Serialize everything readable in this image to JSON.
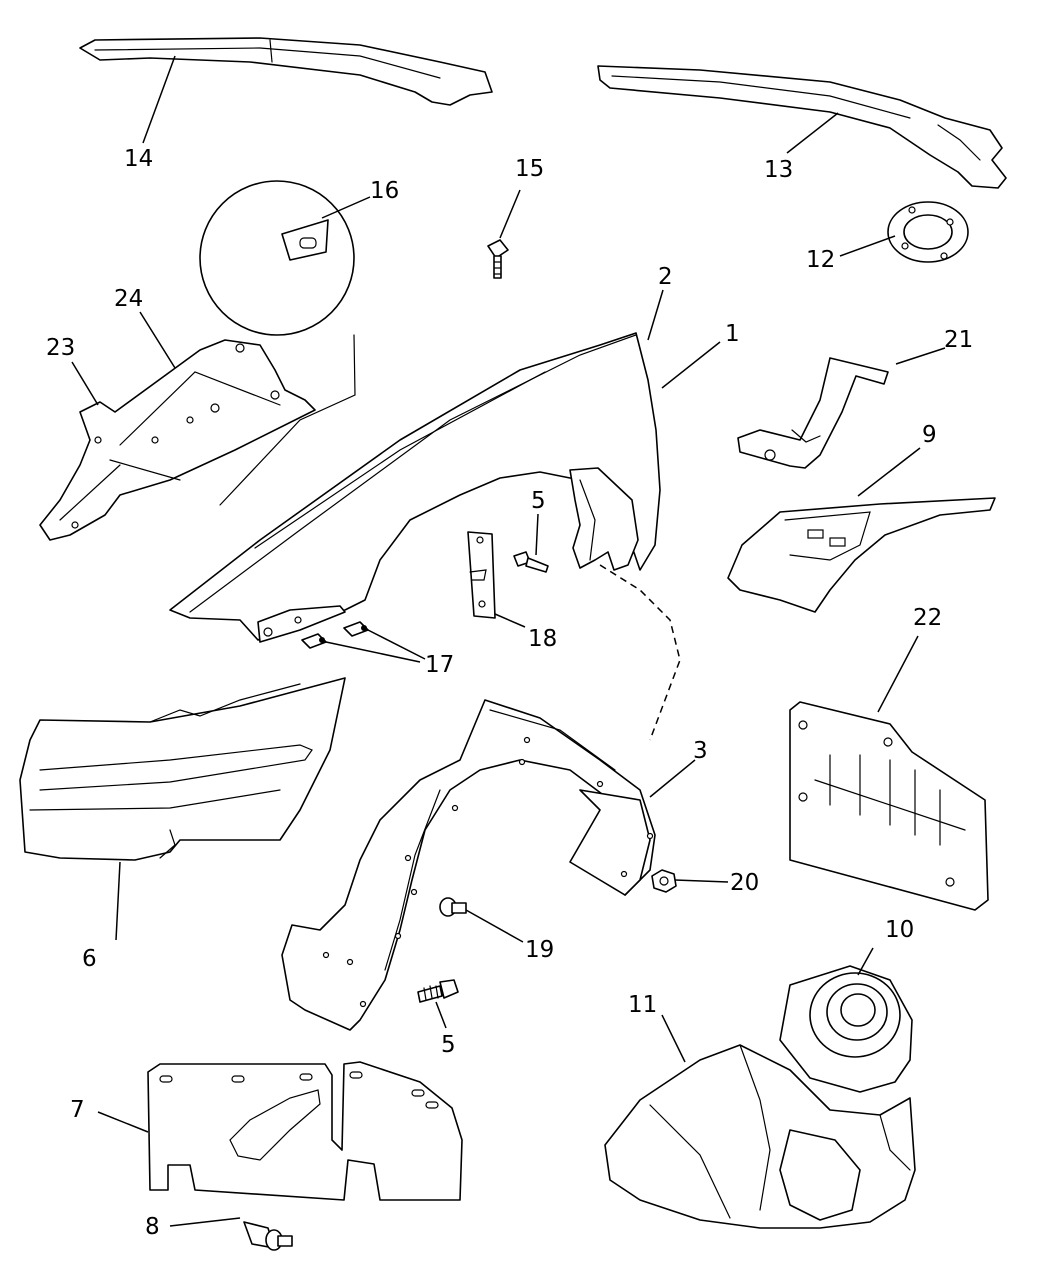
{
  "callouts": {
    "c1": "1",
    "c2": "2",
    "c3": "3",
    "c5a": "5",
    "c5b": "5",
    "c6": "6",
    "c7": "7",
    "c8": "8",
    "c9": "9",
    "c10": "10",
    "c11": "11",
    "c12": "12",
    "c13": "13",
    "c14": "14",
    "c15": "15",
    "c16": "16",
    "c17": "17",
    "c18": "18",
    "c19": "19",
    "c20": "20",
    "c21": "21",
    "c22": "22",
    "c23": "23",
    "c24": "24"
  },
  "colors": {
    "line": "#000000",
    "background": "#ffffff"
  }
}
